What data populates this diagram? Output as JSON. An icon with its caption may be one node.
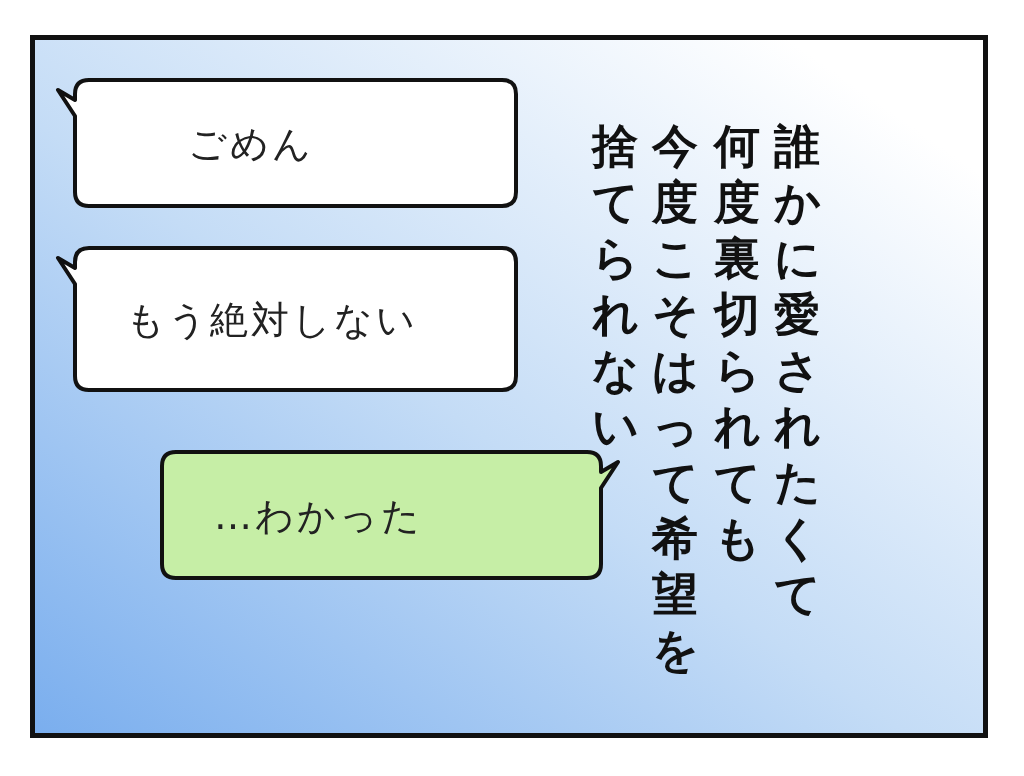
{
  "diagram": {
    "nodes": [
      {
        "text": [
          "ごめん"
        ]
      },
      {
        "text": [
          "もう絶対しない"
        ]
      },
      {
        "text": [
          "…わかった"
        ]
      }
    ],
    "labels": [
      "誰かに愛されたくて",
      "何度裏切られても",
      "今度こそはって希望を",
      "捨てられない"
    ]
  }
}
